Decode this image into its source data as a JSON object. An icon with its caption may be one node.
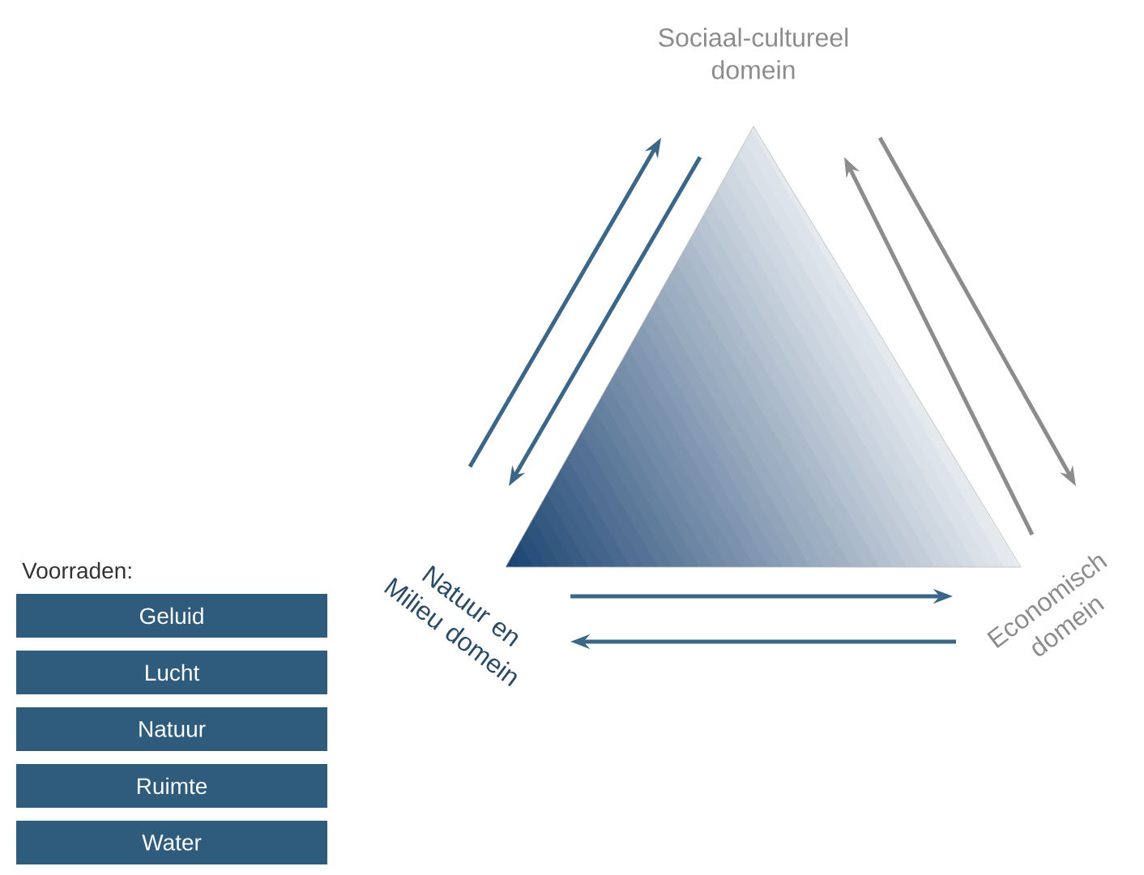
{
  "diagram": {
    "nodes": [
      {
        "text": [
          "Sociaal-cultureel domein"
        ]
      },
      {
        "text": [
          "Natuur en Milieu domein"
        ]
      },
      {
        "text": [
          "Economisch domein"
        ]
      },
      {
        "text": [
          "Geluid"
        ]
      },
      {
        "text": [
          "Lucht"
        ]
      },
      {
        "text": [
          "Natuur"
        ]
      },
      {
        "text": [
          "Ruimte"
        ]
      },
      {
        "text": [
          "Water"
        ]
      }
    ],
    "edges": [
      {
        "from": 1,
        "to": 0,
        "arrow": "to"
      },
      {
        "from": 0,
        "to": 1,
        "arrow": "to"
      },
      {
        "from": 0,
        "to": 2,
        "arrow": "to",
        "color": "#8c8c8c"
      },
      {
        "from": 2,
        "to": 0,
        "arrow": "to",
        "color": "#8c8c8c"
      },
      {
        "from": 1,
        "to": 2,
        "arrow": "to"
      },
      {
        "from": 2,
        "to": 1,
        "arrow": "to"
      }
    ],
    "labels": [
      "Voorraden:"
    ]
  }
}
